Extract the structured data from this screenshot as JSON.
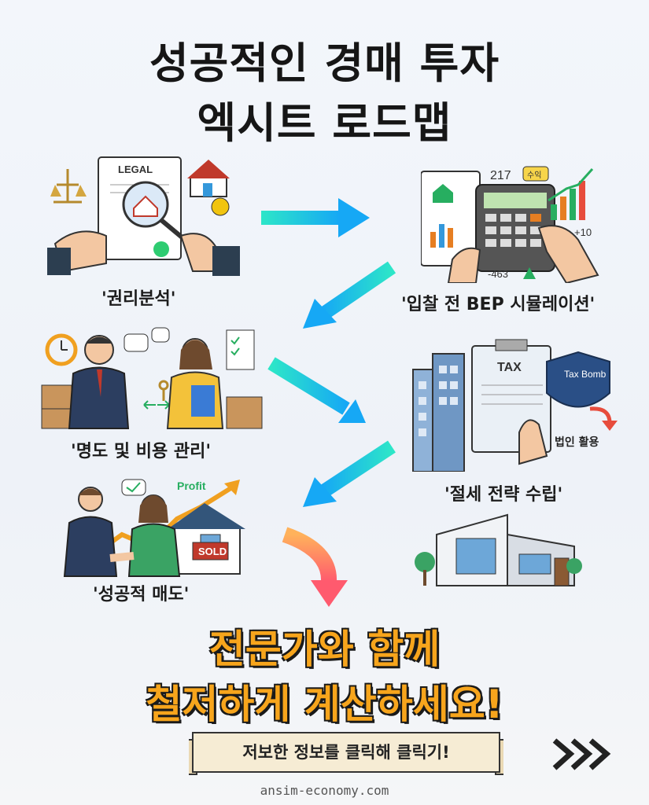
{
  "title": {
    "line1": "성공적인 경매 투자",
    "line2": "엑시트 로드맵"
  },
  "steps": [
    {
      "label": "'권리분석'",
      "icon": "legal-document-magnifier-icon"
    },
    {
      "label": "'입찰 전 BEP 시뮬레이션'",
      "icon": "calculator-charts-icon"
    },
    {
      "label": "'명도 및 비용 관리'",
      "icon": "handshake-keys-icon"
    },
    {
      "label": "'절세 전략 수립'",
      "icon": "tax-building-icon"
    },
    {
      "label": "'성공적 매도'",
      "icon": "sold-house-profit-icon"
    }
  ],
  "illustration_text": {
    "legal": "LEGAL",
    "calc_top": "217",
    "calc_badge": "수익",
    "calc_plus": "+10",
    "calc_minus": "-463",
    "tax": "TAX",
    "shield": "Tax Bomb",
    "corp": "법인 활용",
    "profit": "Profit",
    "sold": "SOLD"
  },
  "cta": {
    "part1": "전문가와 함께",
    "part2a": "철저하게",
    "part2b": "계산",
    "part2c": "하세요!"
  },
  "banner": {
    "label": "저보한 정보를 클릭해 클릭기!"
  },
  "footer": {
    "site": "ansim-economy.com"
  },
  "colors": {
    "arrow_start": "#2de6c8",
    "arrow_end": "#16a8f5",
    "final_arrow_start": "#ffb25b",
    "final_arrow_end": "#ff5a6e",
    "highlight": "#f7a51c"
  }
}
